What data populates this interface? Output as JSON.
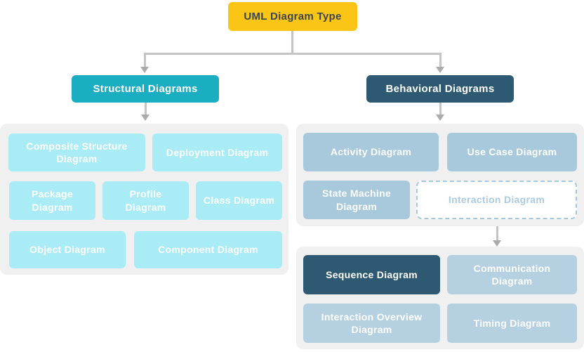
{
  "diagram": {
    "root": {
      "label": "UML Diagram Type"
    },
    "structural": {
      "header": "Structural Diagrams",
      "items": [
        "Composite Structure Diagram",
        "Deployment Diagram",
        "Package Diagram",
        "Profile Diagram",
        "Class Diagram",
        "Object Diagram",
        "Component Diagram"
      ]
    },
    "behavioral": {
      "header": "Behavioral Diagrams",
      "items": [
        "Activity Diagram",
        "Use Case Diagram",
        "State Machine Diagram",
        "Interaction Diagram"
      ]
    },
    "interaction": {
      "items": [
        "Sequence Diagram",
        "Communication Diagram",
        "Interaction Overview Diagram",
        "Timing Diagram"
      ]
    }
  },
  "colors": {
    "root_bg": "#FBC515",
    "root_text": "#3B4451",
    "structural_bg": "#1BADC2",
    "behavioral_bg": "#2D5972",
    "panel_bg": "#F0F0F1",
    "structural_item_bg": "#A9ECF6",
    "behavioral_item_bg": "#A8C9DC",
    "interaction_item_bg": "#B5D0E1",
    "highlight_bg": "#2D5972",
    "dashed_border": "#A6C8DE",
    "dashed_text": "#ABCBE0",
    "connector_line": "#C4C4C4",
    "connector_arrow": "#ABABAB"
  }
}
